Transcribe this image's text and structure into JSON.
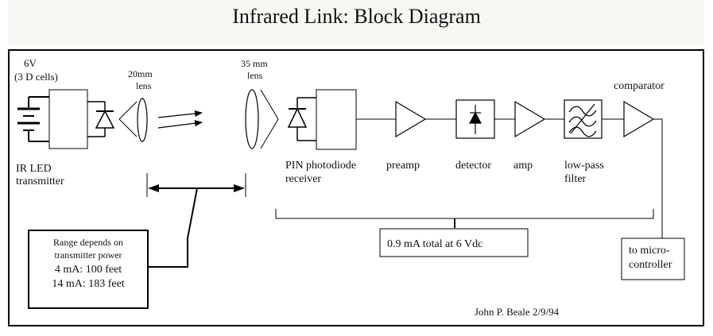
{
  "title": "Infrared Link: Block Diagram",
  "labels": {
    "battery": [
      "6V",
      "(3 D cells)"
    ],
    "lens_20": [
      "20mm",
      "lens"
    ],
    "lens_35": [
      "35 mm",
      "lens"
    ],
    "transmitter": [
      "IR LED",
      "transmitter"
    ],
    "receiver": [
      "PIN photodiode",
      "receiver"
    ],
    "preamp": "preamp",
    "detector": "detector",
    "amp": "amp",
    "lowpass": [
      "low-pass",
      "filter"
    ],
    "comparator": "comparator",
    "range_note": [
      "Range depends on",
      "transmitter power",
      "4 mA: 100 feet",
      "14 mA: 183 feet"
    ],
    "current_note": "0.9 mA total at 6 Vdc",
    "output": [
      "to micro-",
      "controller"
    ],
    "author": "John P. Beale 2/9/94"
  }
}
